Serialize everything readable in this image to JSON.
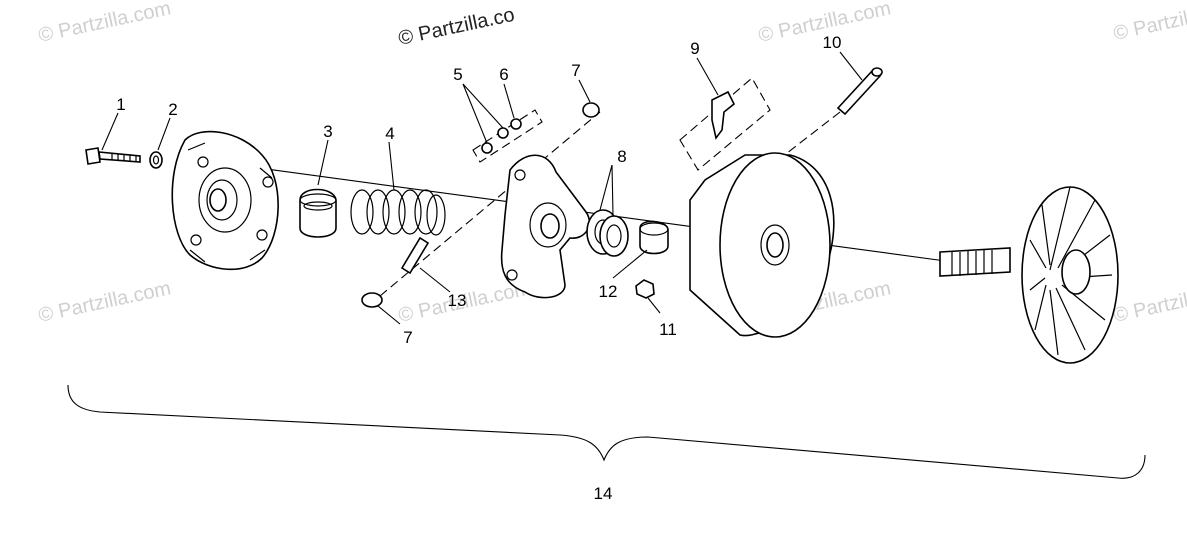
{
  "watermark": {
    "text": "© Partzilla.com",
    "top_text": "© Partzilla.co"
  },
  "callouts": {
    "c1": "1",
    "c2": "2",
    "c3": "3",
    "c4": "4",
    "c5": "5",
    "c6": "6",
    "c7a": "7",
    "c7b": "7",
    "c8": "8",
    "c9": "9",
    "c10": "10",
    "c11": "11",
    "c12": "12",
    "c13": "13",
    "c14": "14"
  },
  "colors": {
    "line": "#000000",
    "watermark": "#cfcfcf",
    "background": "#ffffff"
  }
}
